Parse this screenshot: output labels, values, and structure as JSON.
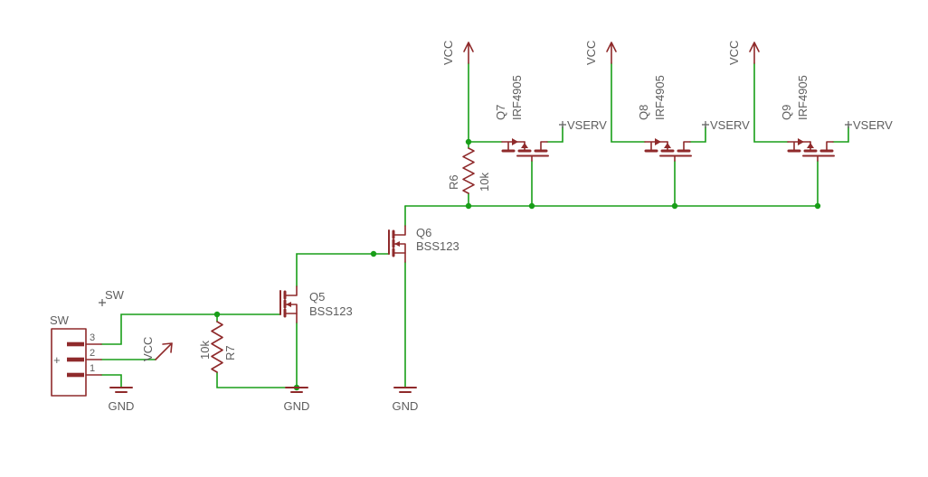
{
  "schematic": {
    "connector": {
      "name": "SW",
      "plus_mark": "+",
      "pins": {
        "p3": "3",
        "p2": "2",
        "p1": "1"
      }
    },
    "nets": {
      "sw": "SW",
      "vcc": "VCC",
      "gnd": "GND",
      "vserv": "VSERV"
    },
    "components": {
      "r7": {
        "ref": "R7",
        "value": "10k"
      },
      "r6": {
        "ref": "R6",
        "value": "10k"
      },
      "q5": {
        "ref": "Q5",
        "value": "BSS123"
      },
      "q6": {
        "ref": "Q6",
        "value": "BSS123"
      },
      "q7": {
        "ref": "Q7",
        "value": "IRF4905"
      },
      "q8": {
        "ref": "Q8",
        "value": "IRF4905"
      },
      "q9": {
        "ref": "Q9",
        "value": "IRF4905"
      }
    },
    "colors": {
      "wire": "#189e18",
      "symbol": "#8f2a2b",
      "text": "#5e5e5e",
      "background": "#ffffff"
    }
  }
}
